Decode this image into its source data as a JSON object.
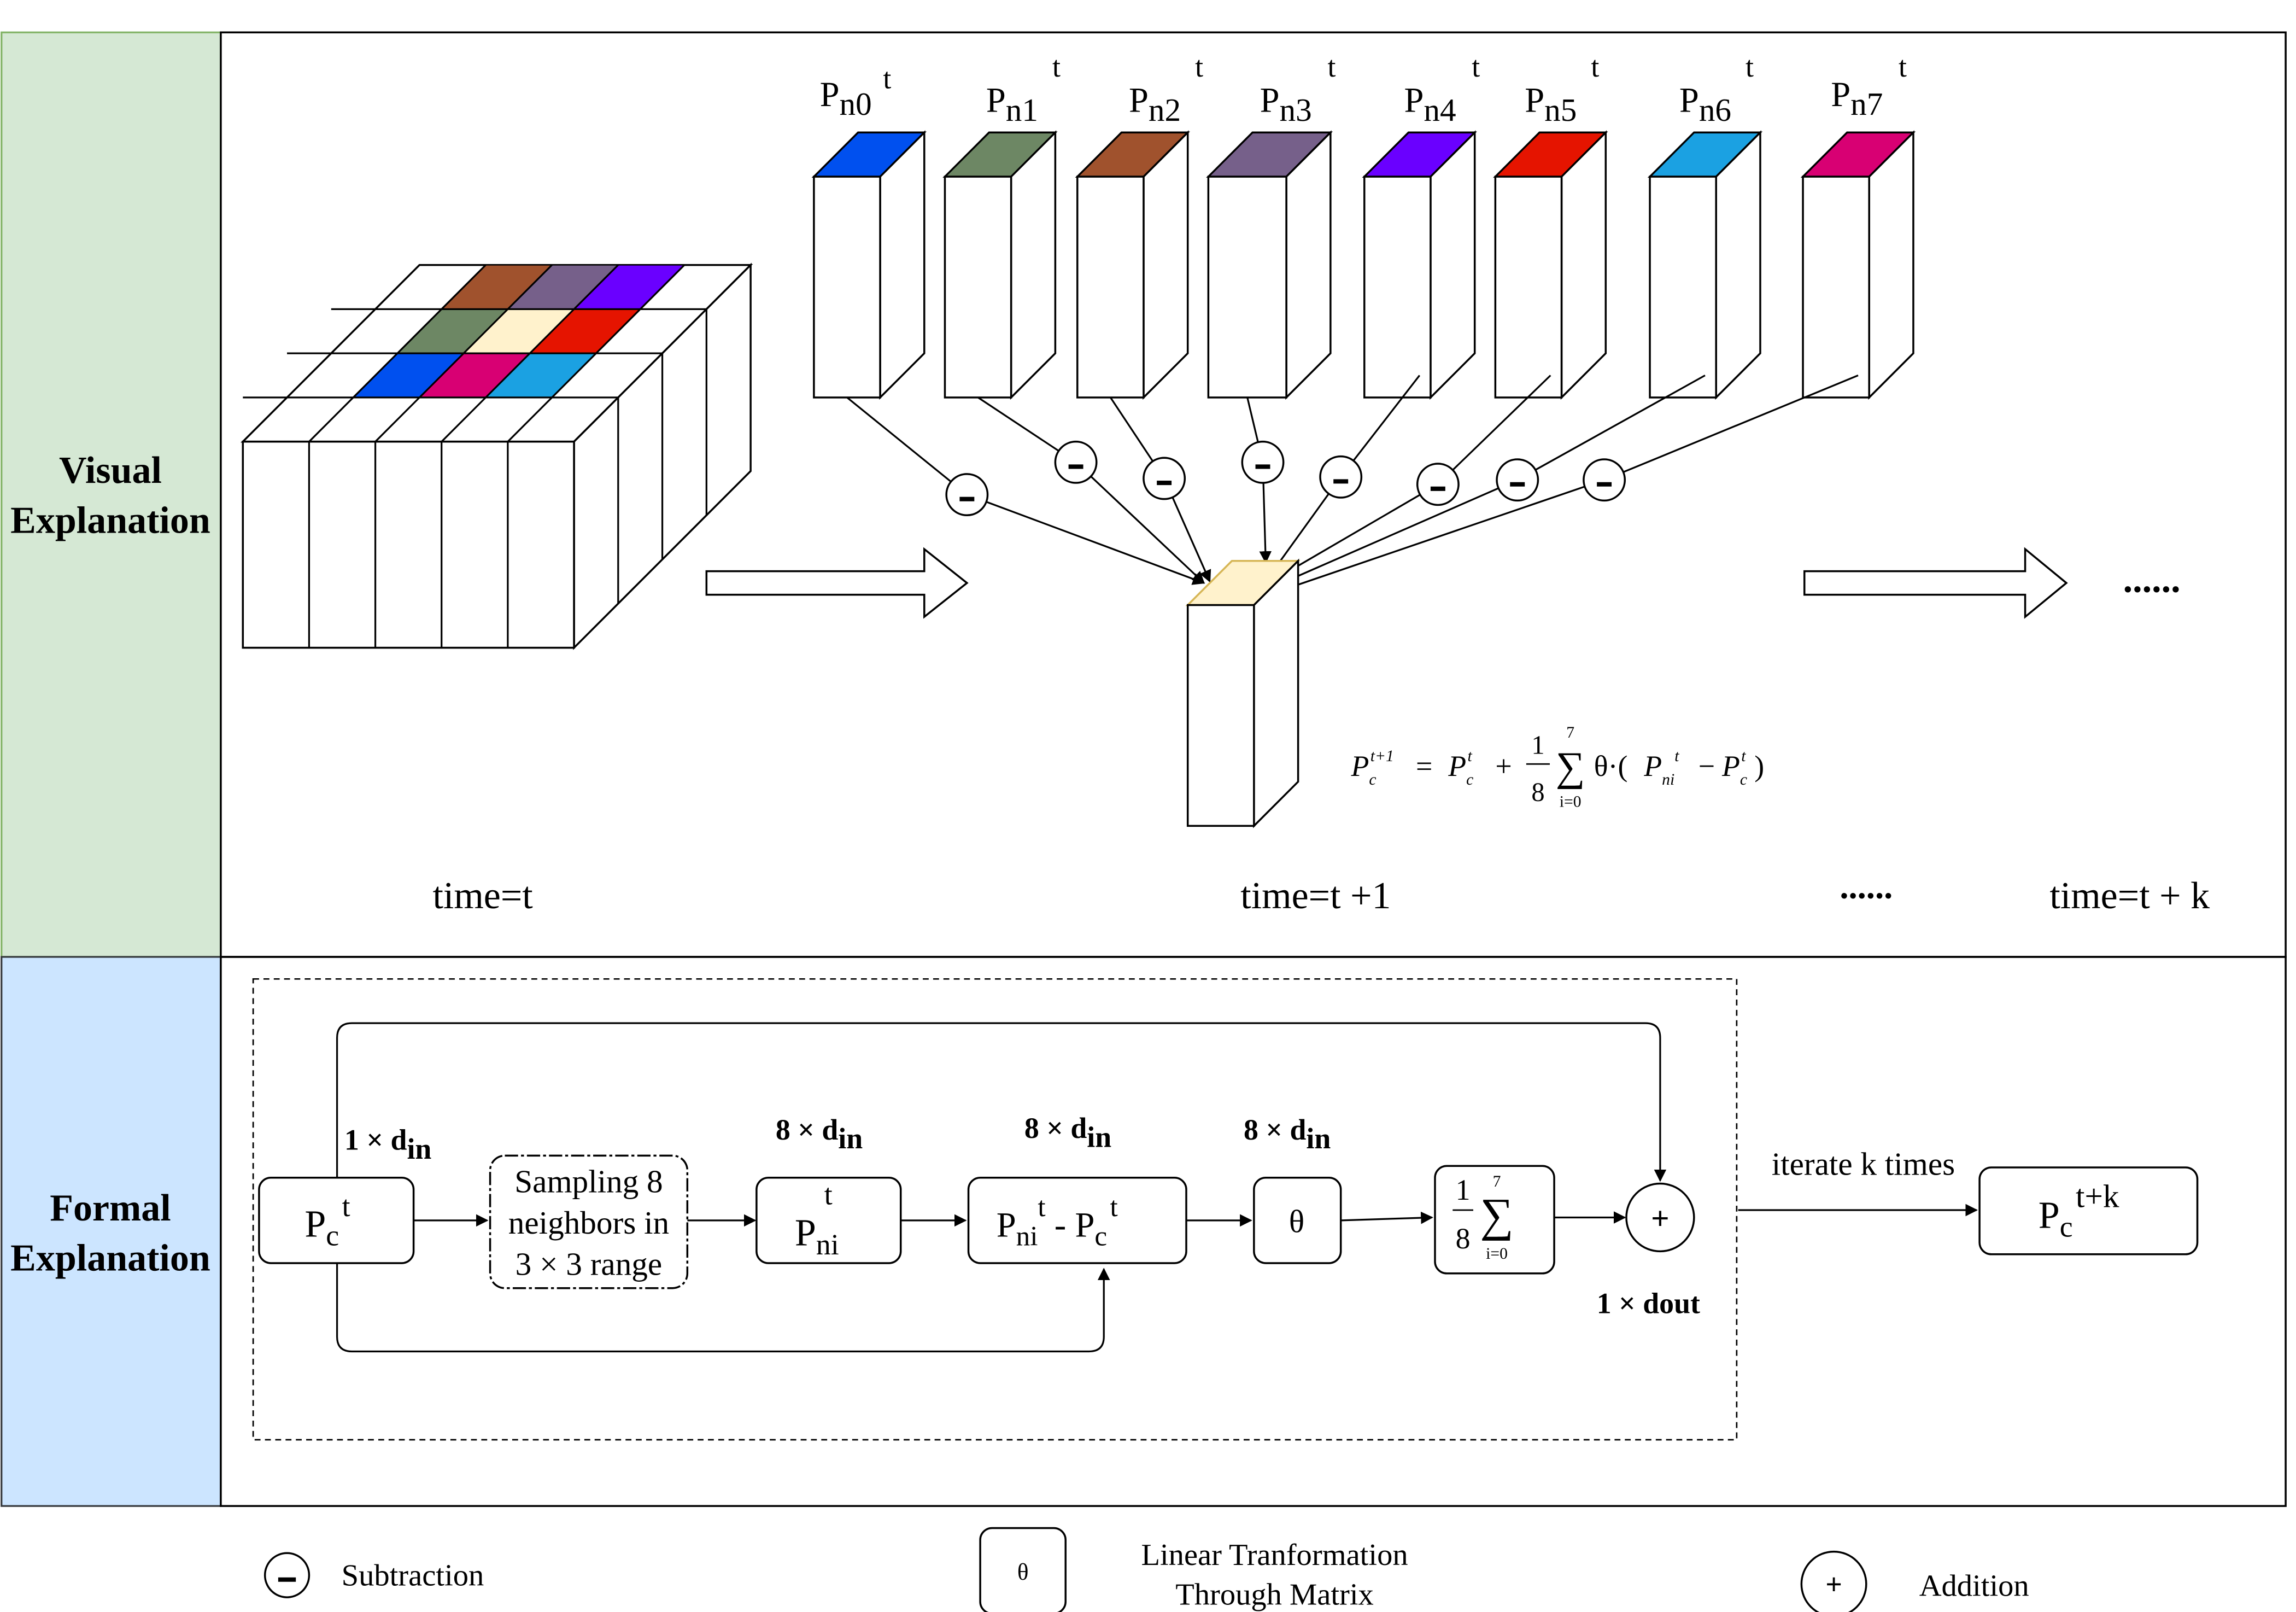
{
  "sections": {
    "visual": {
      "label_line1": "Visual",
      "label_line2": "Explanation",
      "color": "#d5e8d4",
      "border": "#82b366"
    },
    "formal": {
      "label_line1": "Formal",
      "label_line2": "Explanation",
      "color": "#cce5ff",
      "border": "#36393d"
    }
  },
  "neighbors": [
    {
      "base": "P",
      "sub": "n0",
      "sup": "t",
      "color": "#0050ef"
    },
    {
      "base": "P",
      "sub": "n1",
      "sup": "t",
      "color": "#6d8764"
    },
    {
      "base": "P",
      "sub": "n2",
      "sup": "t",
      "color": "#a0522d"
    },
    {
      "base": "P",
      "sub": "n3",
      "sup": "t",
      "color": "#76608a"
    },
    {
      "base": "P",
      "sub": "n4",
      "sup": "t",
      "color": "#6a00ff"
    },
    {
      "base": "P",
      "sub": "n5",
      "sup": "t",
      "color": "#e51400"
    },
    {
      "base": "P",
      "sub": "n6",
      "sup": "t",
      "color": "#1ba1e2"
    },
    {
      "base": "P",
      "sub": "n7",
      "sup": "t",
      "color": "#d80073"
    }
  ],
  "center_color": "#fff2cc",
  "time_labels": {
    "t0": "time=t",
    "t1": "time=t +1",
    "dots": "......",
    "tk": "time=t + k"
  },
  "ellipsis": "......",
  "minus_symbol": "-",
  "plus_symbol": "+",
  "equation": {
    "lhs_base": "P",
    "lhs_sub": "c",
    "lhs_sup": "t+1",
    "eq": "=",
    "r1_base": "P",
    "r1_sub": "c",
    "r1_sup": "t",
    "plus": "+",
    "frac_num": "1",
    "frac_den": "8",
    "sum": "∑",
    "sum_top": "7",
    "sum_bottom": "i=0",
    "theta_dot": "θ·(",
    "r2_base": "P",
    "r2_sub": "ni",
    "r2_sup": "t",
    "minus": "−",
    "r3_base": "P",
    "r3_sub": "c",
    "r3_sup": "t",
    "close": ")"
  },
  "formal": {
    "pc": {
      "base": "P",
      "sub": "c",
      "sup": "t"
    },
    "dim1": {
      "pre": "1 × d",
      "sub": "in"
    },
    "sampling": [
      "Sampling 8",
      "neighbors in",
      "3 × 3 range"
    ],
    "dim2": {
      "pre": "8 × d",
      "sub": "in"
    },
    "pni": {
      "base": "P",
      "sub": "ni",
      "sup": "t"
    },
    "dim3": {
      "pre": "8 × d",
      "sub": "in"
    },
    "diff": {
      "a_base": "P",
      "a_sub": "ni",
      "a_sup": "t",
      "mid": " - ",
      "b_base": "P",
      "b_sub": "c",
      "b_sup": "t"
    },
    "dim4": {
      "pre": "8 × d",
      "sub": "in"
    },
    "theta": "θ",
    "avg": {
      "num": "1",
      "den": "8",
      "sum": "∑",
      "top": "7",
      "bottom": "i=0"
    },
    "plus": "+",
    "dout": "1 × dout",
    "iterate": "iterate k times",
    "pck": {
      "base": "P",
      "sub": "c",
      "sup": "t+k"
    }
  },
  "legend": {
    "subtraction": "Subtraction",
    "theta": "θ",
    "linear_line1": "Linear Tranformation",
    "linear_line2": "Through Matrix",
    "plus": "+",
    "addition": "Addition"
  }
}
